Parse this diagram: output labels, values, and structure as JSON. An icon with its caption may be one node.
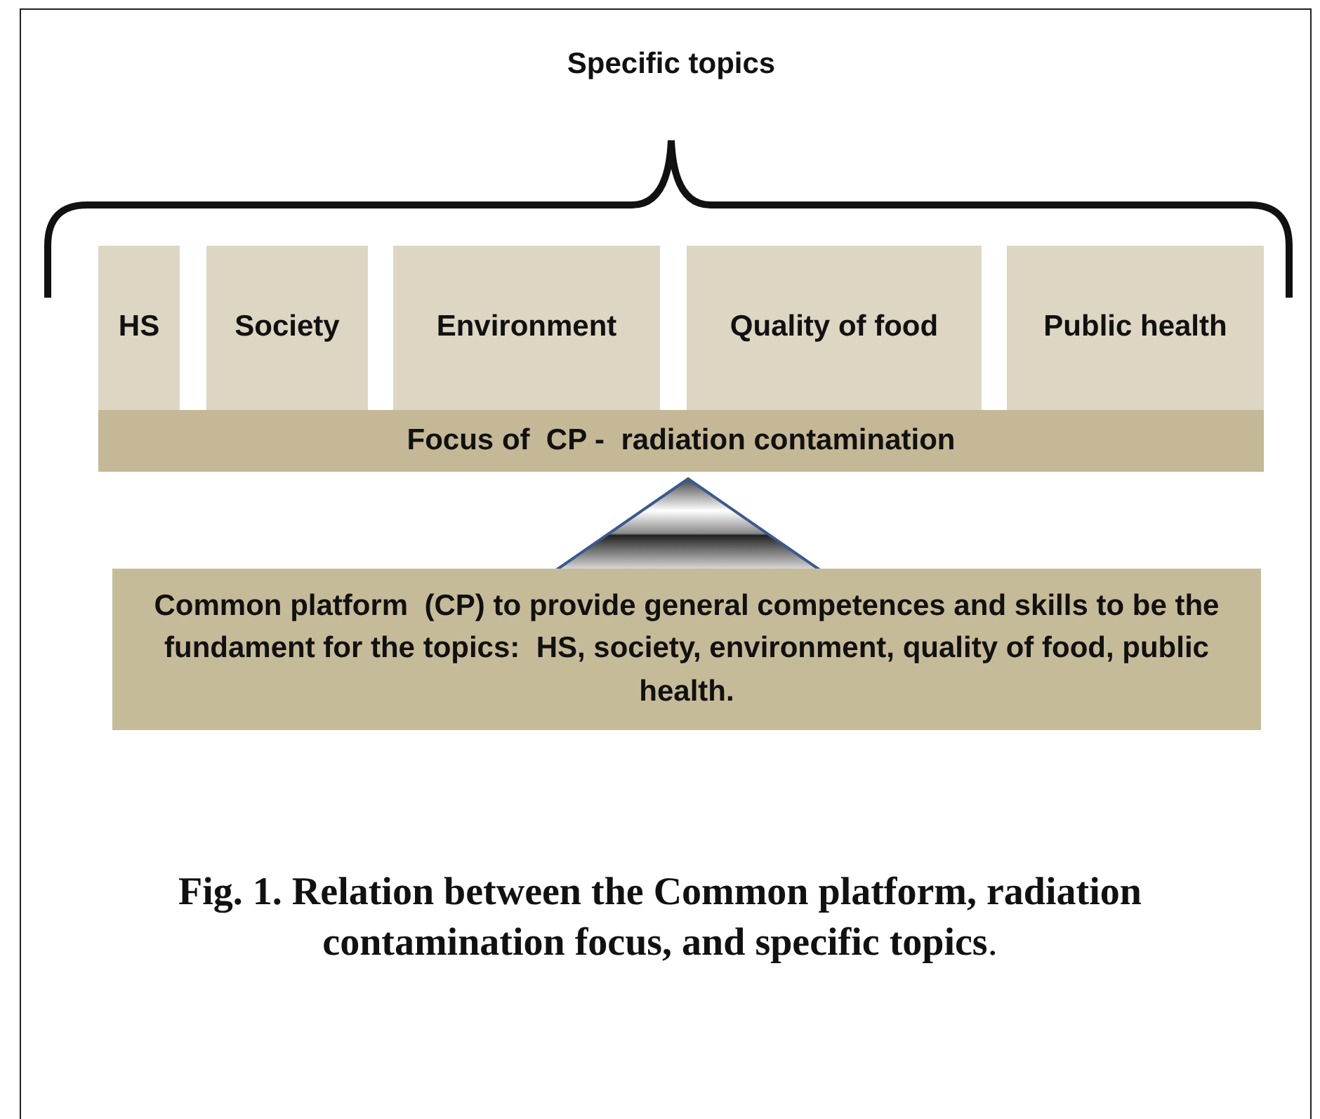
{
  "diagram": {
    "caption": "**Fig. 1. Relation between the Common platform, radiation contamination focus,  and specific topics**.",
    "nodes": [
      {
        "text": [
          "HS"
        ]
      },
      {
        "text": [
          "Society"
        ]
      },
      {
        "text": [
          "Environment"
        ]
      },
      {
        "text": [
          "Quality of food"
        ]
      },
      {
        "text": [
          "Public health"
        ]
      },
      {
        "text": [
          "Focus of  CP -  radiation contamination"
        ]
      },
      {
        "text": [],
        "shape": "triangle"
      },
      {
        "text": [
          "Common platform  (CP) to provide general competences and skills to be the fundament for the topics:  HS, society, environment, quality of food, public health."
        ]
      }
    ],
    "labels": [
      "Specific topics"
    ]
  }
}
